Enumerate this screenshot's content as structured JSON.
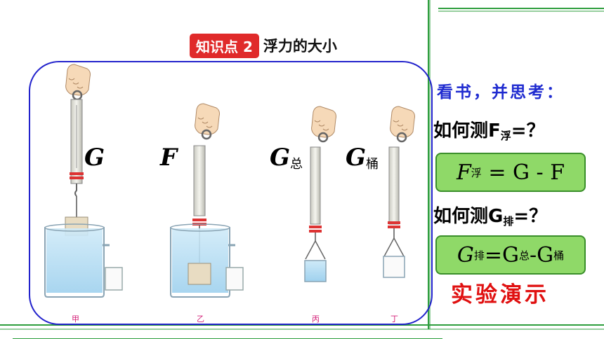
{
  "section_tag": {
    "badge": "知识点 2",
    "title": "浮力的大小"
  },
  "labels": {
    "g": "G",
    "f": "F",
    "g_total": {
      "main": "G",
      "sub": "总"
    },
    "g_bucket": {
      "main": "G",
      "sub": "桶"
    }
  },
  "captions": [
    "甲",
    "乙",
    "丙",
    "丁"
  ],
  "right_panel": {
    "read_prompt": "看书，并思考：",
    "question1": {
      "prefix": "如何测F",
      "sub": "浮",
      "suffix": "=？"
    },
    "answer1": {
      "var": "F",
      "sub": "浮",
      "rhs": "= G - F"
    },
    "question2": {
      "prefix": "如何测G",
      "sub": "排",
      "suffix": "=？"
    },
    "answer2": {
      "var": "G",
      "sub": "排",
      "eq": "=G",
      "sub2": "总",
      "mid": "-G",
      "sub3": "桶"
    },
    "demo": "实验演示"
  },
  "colors": {
    "frame_blue": "#2222cc",
    "accent_green": "#2e9e3e",
    "badge_red": "#e02a2a",
    "answer_fill": "#8fd968",
    "prompt_blue": "#1f2bd0",
    "demo_red": "#e01010"
  }
}
